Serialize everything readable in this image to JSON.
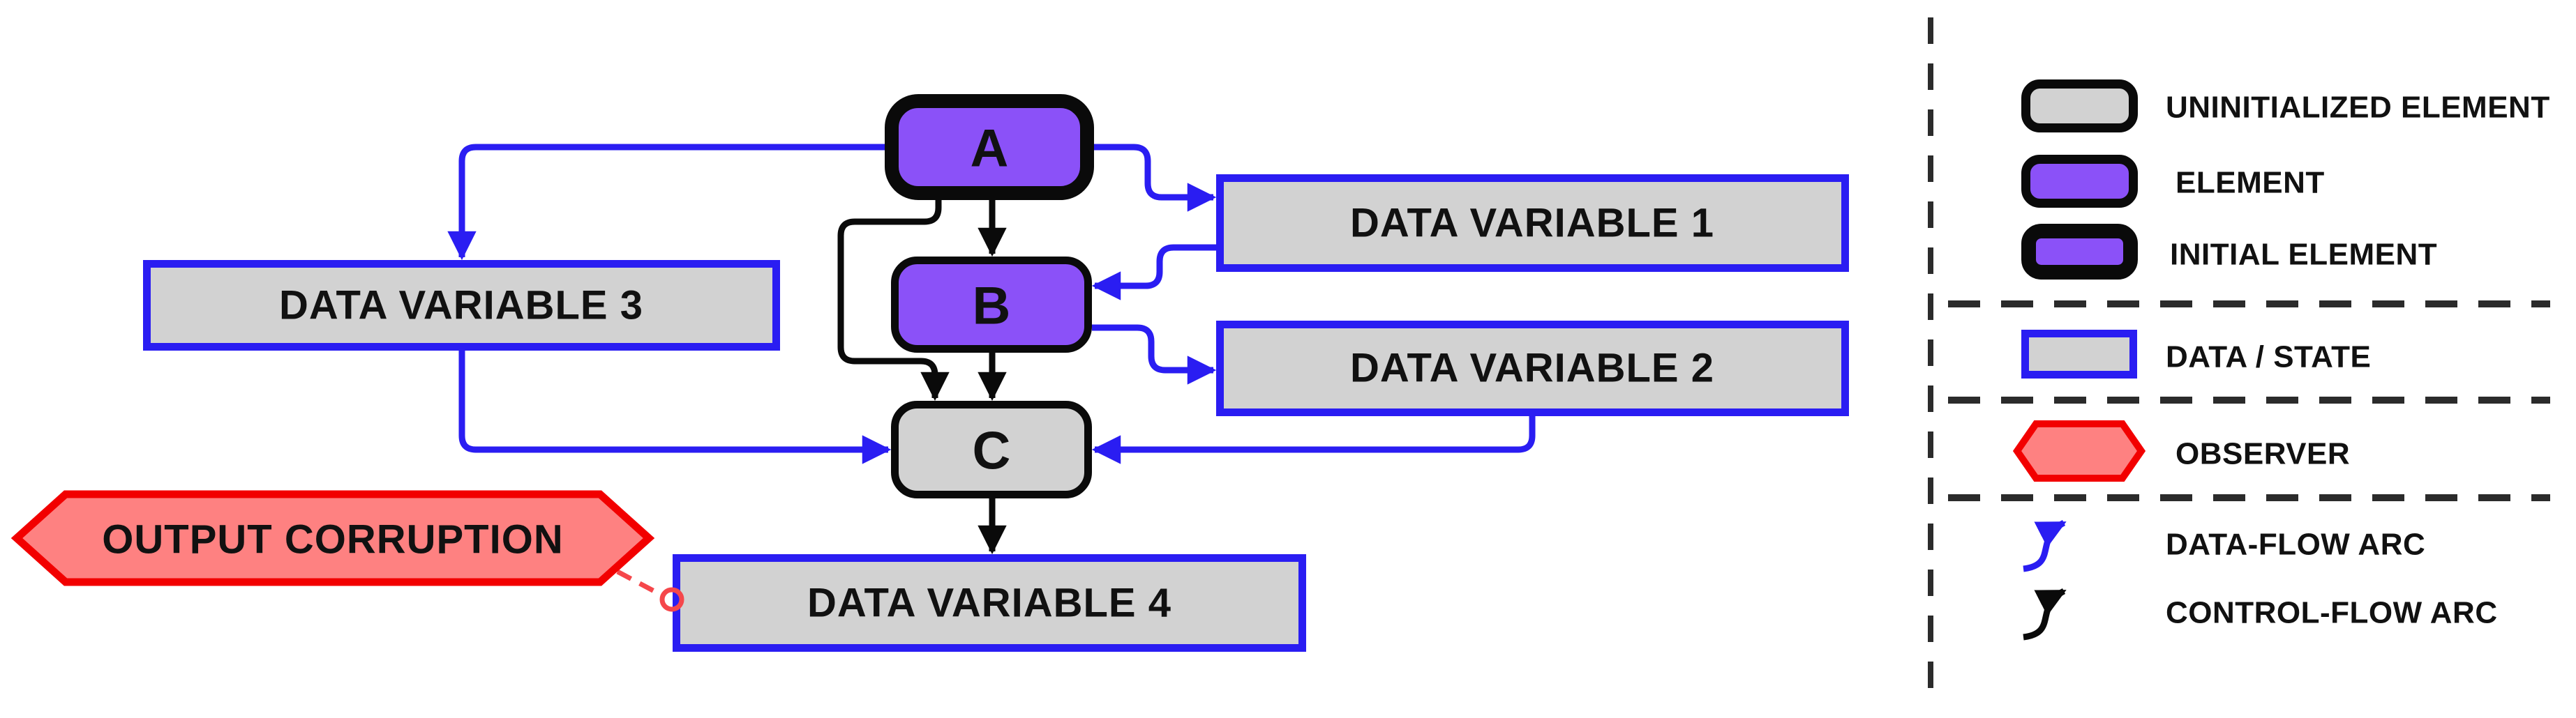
{
  "diagram": {
    "nodes": {
      "a": {
        "label": "A",
        "type": "initial element"
      },
      "b": {
        "label": "B",
        "type": "element"
      },
      "c": {
        "label": "C",
        "type": "uninitialized element"
      }
    },
    "data_vars": {
      "dv1": {
        "label": "DATA VARIABLE 1"
      },
      "dv2": {
        "label": "DATA VARIABLE 2"
      },
      "dv3": {
        "label": "DATA VARIABLE 3"
      },
      "dv4": {
        "label": "DATA VARIABLE 4"
      }
    },
    "observer": {
      "label": "OUTPUT CORRUPTION"
    },
    "arcs": {
      "data_flow": [
        "A → DATA VARIABLE 3",
        "A → DATA VARIABLE 1",
        "DATA VARIABLE 1 → B",
        "B → DATA VARIABLE 2",
        "DATA VARIABLE 3 → C",
        "DATA VARIABLE 2 → C"
      ],
      "control_flow": [
        "A → B",
        "A → C",
        "B → C",
        "C → DATA VARIABLE 4"
      ],
      "observer_attachment": "OUTPUT CORRUPTION ⊸ DATA VARIABLE 4"
    }
  },
  "legend": {
    "items": [
      {
        "label": "UNINITIALIZED ELEMENT",
        "swatch": "gray rounded rect, black border"
      },
      {
        "label": "ELEMENT",
        "swatch": "purple rounded rect, black border"
      },
      {
        "label": "INITIAL ELEMENT",
        "swatch": "purple rounded rect, thick black border"
      },
      {
        "label": "DATA / STATE",
        "swatch": "gray rect, blue border"
      },
      {
        "label": "OBSERVER",
        "swatch": "red hexagon"
      },
      {
        "label": "DATA-FLOW ARC",
        "swatch": "blue curved arrow"
      },
      {
        "label": "CONTROL-FLOW ARC",
        "swatch": "black curved arrow"
      }
    ]
  },
  "colors": {
    "element_purple": "#8b51f8",
    "data_blue": "#2a1df2",
    "uninitialized_gray": "#d2d2d2",
    "control_black": "#0a0a0a",
    "observer_border_red": "#f20000",
    "observer_fill_red": "#fe8181",
    "observer_link_red": "#f5474b",
    "separator_dark": "#2b2b2b",
    "background": "#ffffff"
  }
}
